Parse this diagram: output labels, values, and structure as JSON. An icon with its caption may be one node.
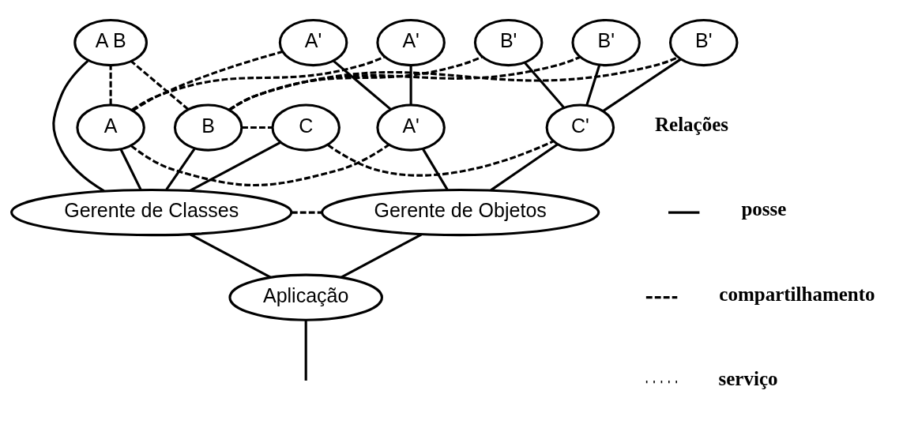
{
  "diagram": {
    "nodes": [
      {
        "text": [
          "A B"
        ]
      },
      {
        "text": [
          "B'"
        ]
      },
      {
        "text": [
          "B'"
        ]
      },
      {
        "text": [
          "B'"
        ]
      },
      {
        "text": [
          "A'"
        ]
      },
      {
        "text": [
          "A'"
        ]
      },
      {
        "text": [
          "A"
        ]
      },
      {
        "text": [
          "B"
        ]
      },
      {
        "text": [
          "C"
        ]
      },
      {
        "text": [
          "C'"
        ]
      },
      {
        "text": [
          "A'"
        ]
      },
      {
        "text": [
          "Gerente de Classes"
        ]
      },
      {
        "text": [
          "Gerente de Objetos"
        ]
      },
      {
        "text": [
          "Aplicação"
        ]
      }
    ],
    "edges": [
      {
        "from": 13,
        "to": null,
        "arrow": "none"
      },
      {
        "from": 13,
        "to": 11,
        "arrow": "none"
      },
      {
        "from": 13,
        "to": 12,
        "arrow": "none"
      },
      {
        "from": 11,
        "to": 6,
        "arrow": "none"
      },
      {
        "from": 11,
        "to": 0,
        "arrow": "none"
      },
      {
        "from": 11,
        "to": 7,
        "arrow": "none"
      },
      {
        "from": 11,
        "to": 8,
        "arrow": "none"
      },
      {
        "from": 12,
        "to": 9,
        "arrow": "none"
      },
      {
        "from": 12,
        "to": 10,
        "arrow": "none"
      },
      {
        "from": 9,
        "to": 2,
        "arrow": "none"
      },
      {
        "from": 9,
        "to": 1,
        "arrow": "none"
      },
      {
        "from": 9,
        "to": 3,
        "arrow": "none"
      },
      {
        "from": 10,
        "to": 4,
        "arrow": "none"
      },
      {
        "from": 10,
        "to": 5,
        "arrow": "none"
      },
      {
        "from": 6,
        "to": 0,
        "arrow": "none",
        "style": "dashed"
      },
      {
        "from": 7,
        "to": 0,
        "arrow": "none",
        "style": "dashed"
      },
      {
        "from": 11,
        "to": 12,
        "arrow": "none",
        "style": "dashed"
      },
      {
        "from": 7,
        "to": 8,
        "arrow": "none",
        "style": "dashed"
      },
      {
        "from": 8,
        "to": 9,
        "arrow": "none",
        "style": "dashed"
      },
      {
        "from": 7,
        "to": 2,
        "arrow": "none",
        "style": "dashed"
      },
      {
        "from": 7,
        "to": 1,
        "arrow": "none",
        "style": "dashed"
      },
      {
        "from": 7,
        "to": 3,
        "arrow": "none",
        "style": "dashed"
      },
      {
        "from": 6,
        "to": 4,
        "arrow": "none",
        "style": "dashed"
      },
      {
        "from": 6,
        "to": 10,
        "arrow": "none",
        "style": "dashed"
      },
      {
        "from": 6,
        "to": 5,
        "arrow": "none",
        "style": "dashed"
      }
    ],
    "labels": [
      "Relações"
    ],
    "legend": [
      {
        "text": "posse"
      },
      {
        "text": "compartilhamento"
      },
      {
        "text": "serviço"
      }
    ]
  }
}
